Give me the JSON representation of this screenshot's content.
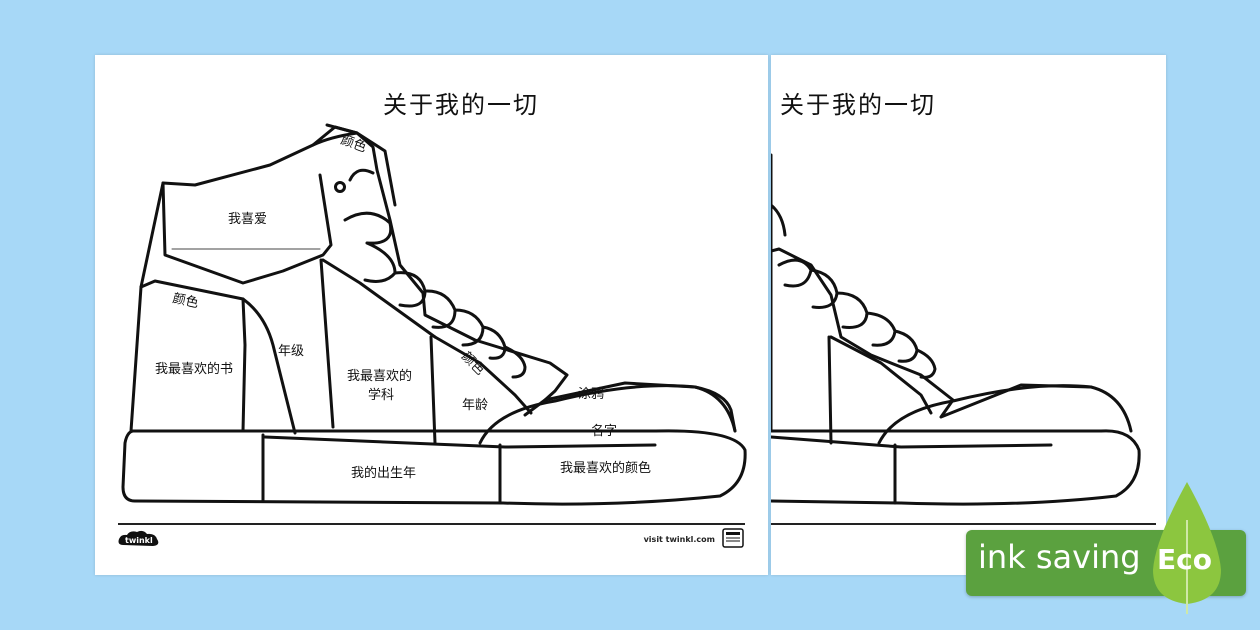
{
  "worksheet": {
    "title": "关于我的一切",
    "labels": {
      "i_love": "我喜爱",
      "color_tongue": "颜色",
      "color_heel": "颜色",
      "color_lace": "颜色",
      "grade": "年级",
      "favorite_book": "我最喜欢的书",
      "favorite_subject_line1": "我最喜欢的",
      "favorite_subject_line2": "学科",
      "age": "年龄",
      "doodle": "涂鸦",
      "name": "名字",
      "birth_year": "我的出生年",
      "favorite_color": "我最喜欢的颜色"
    },
    "footer": {
      "logo": "twinkl",
      "visit": "visit twinkl.com"
    }
  },
  "preview_back": {
    "title": "关于我的一切"
  },
  "badge": {
    "text": "ink saving",
    "eco": "Eco",
    "color": "#5ba13f",
    "leaf_color": "#8cc63f"
  }
}
